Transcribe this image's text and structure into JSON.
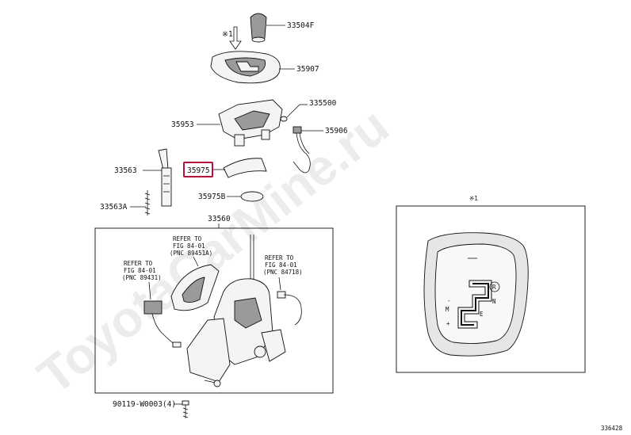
{
  "watermark": "ToyotaCarMine.ru",
  "parts": {
    "p33504F": "33504F",
    "p35907": "35907",
    "p335500": "335500",
    "p35953": "35953",
    "p35906": "35906",
    "p33563": "33563",
    "p35975": "35975",
    "p35975B": "35975B",
    "p33563A": "33563A",
    "p33560": "33560",
    "p90119": "90119-W0003(4)"
  },
  "refs": {
    "mark1": "※1",
    "refer_top": {
      "line1": "REFER TO",
      "line2": "FIG 84-01",
      "line3": "(PNC 89451A)"
    },
    "refer_left": {
      "line1": "REFER TO",
      "line2": "FIG 84-01",
      "line3": "(PNC 89431)"
    },
    "refer_right": {
      "line1": "REFER TO",
      "line2": "FIG 84-01",
      "line3": "(PNC 84718)"
    }
  },
  "inset": {
    "title": "※1",
    "gate_letters": {
      "r": "R",
      "n": "N",
      "e": "E",
      "m": "M",
      "minus": "-",
      "plus": "+"
    }
  },
  "figure_number": "336428"
}
